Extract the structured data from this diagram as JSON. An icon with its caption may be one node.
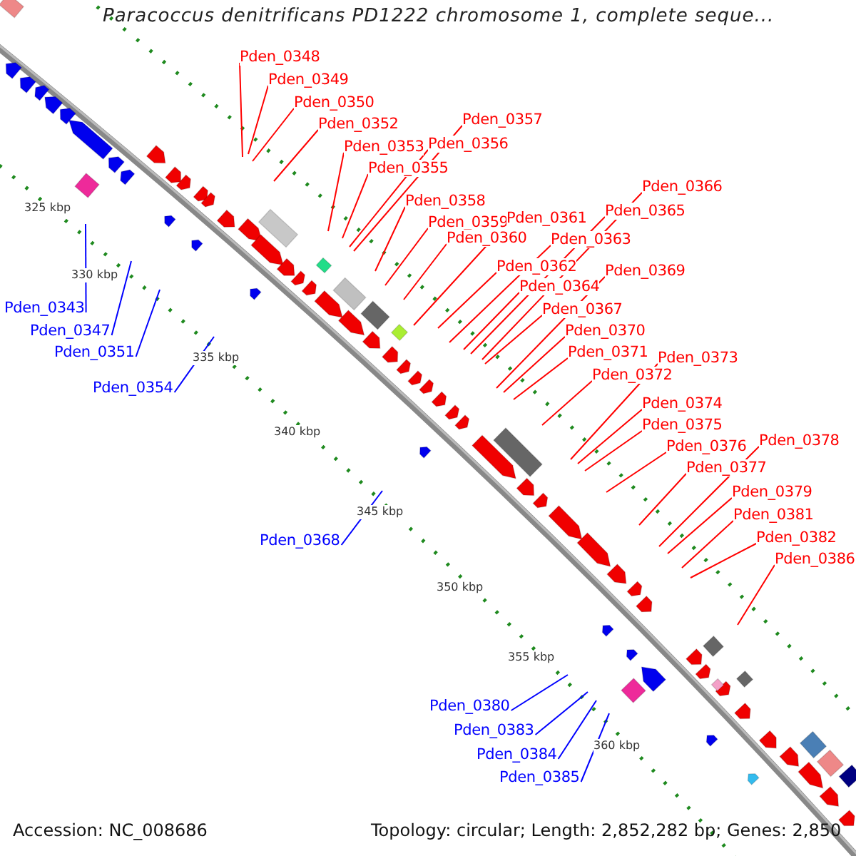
{
  "diagram": {
    "title": "Paracoccus denitrificans PD1222 chromosome 1, complete seque...",
    "nodes": [
      {
        "text": [
          "Pden_0343"
        ]
      },
      {
        "text": [
          "Pden_0347"
        ]
      },
      {
        "text": [
          "Pden_0348"
        ]
      },
      {
        "text": [
          "Pden_0349"
        ]
      },
      {
        "text": [
          "Pden_0350"
        ]
      },
      {
        "text": [
          "Pden_0351"
        ]
      },
      {
        "text": [
          "Pden_0352"
        ]
      },
      {
        "text": [
          "Pden_0353"
        ]
      },
      {
        "text": [
          "Pden_0354"
        ]
      },
      {
        "text": [
          "Pden_0355"
        ]
      },
      {
        "text": [
          "Pden_0356"
        ]
      },
      {
        "text": [
          "Pden_0357"
        ]
      },
      {
        "text": [
          "Pden_0358"
        ]
      },
      {
        "text": [
          "Pden_0359"
        ]
      },
      {
        "text": [
          "Pden_0360"
        ]
      },
      {
        "text": [
          "Pden_0361"
        ]
      },
      {
        "text": [
          "Pden_0362"
        ]
      },
      {
        "text": [
          "Pden_0363"
        ]
      },
      {
        "text": [
          "Pden_0364"
        ]
      },
      {
        "text": [
          "Pden_0365"
        ]
      },
      {
        "text": [
          "Pden_0366"
        ]
      },
      {
        "text": [
          "Pden_0367"
        ]
      },
      {
        "text": [
          "Pden_0368"
        ]
      },
      {
        "text": [
          "Pden_0369"
        ]
      },
      {
        "text": [
          "Pden_0370"
        ]
      },
      {
        "text": [
          "Pden_0371"
        ]
      },
      {
        "text": [
          "Pden_0372"
        ]
      },
      {
        "text": [
          "Pden_0373"
        ]
      },
      {
        "text": [
          "Pden_0374"
        ]
      },
      {
        "text": [
          "Pden_0375"
        ]
      },
      {
        "text": [
          "Pden_0376"
        ]
      },
      {
        "text": [
          "Pden_0377"
        ]
      },
      {
        "text": [
          "Pden_0378"
        ]
      },
      {
        "text": [
          "Pden_0379"
        ]
      },
      {
        "text": [
          "Pden_0380"
        ]
      },
      {
        "text": [
          "Pden_0381"
        ]
      },
      {
        "text": [
          "Pden_0382"
        ]
      },
      {
        "text": [
          "Pden_0383"
        ]
      },
      {
        "text": [
          "Pden_0384"
        ]
      },
      {
        "text": [
          "Pden_0385"
        ]
      },
      {
        "text": [
          "Pden_0386"
        ]
      }
    ],
    "edges": [
      {
        "from": 0,
        "to": null,
        "arrow": "none",
        "color": "#0000ff"
      },
      {
        "from": 1,
        "to": null,
        "arrow": "none",
        "color": "#0000ff"
      },
      {
        "from": 2,
        "to": null,
        "arrow": "none"
      },
      {
        "from": 3,
        "to": null,
        "arrow": "none"
      },
      {
        "from": 4,
        "to": null,
        "arrow": "none"
      },
      {
        "from": 5,
        "to": null,
        "arrow": "none",
        "color": "#0000ff"
      },
      {
        "from": 6,
        "to": null,
        "arrow": "none"
      },
      {
        "from": 7,
        "to": null,
        "arrow": "none"
      },
      {
        "from": 8,
        "to": null,
        "arrow": "none",
        "color": "#0000ff"
      },
      {
        "from": 9,
        "to": null,
        "arrow": "none"
      },
      {
        "from": 10,
        "to": null,
        "arrow": "none"
      },
      {
        "from": 11,
        "to": null,
        "arrow": "none"
      },
      {
        "from": 12,
        "to": null,
        "arrow": "none"
      },
      {
        "from": 13,
        "to": null,
        "arrow": "none"
      },
      {
        "from": 14,
        "to": null,
        "arrow": "none"
      },
      {
        "from": 15,
        "to": null,
        "arrow": "none"
      },
      {
        "from": 16,
        "to": null,
        "arrow": "none"
      },
      {
        "from": 17,
        "to": null,
        "arrow": "none"
      },
      {
        "from": 18,
        "to": null,
        "arrow": "none"
      },
      {
        "from": 19,
        "to": null,
        "arrow": "none"
      },
      {
        "from": 20,
        "to": null,
        "arrow": "none"
      },
      {
        "from": 21,
        "to": null,
        "arrow": "none"
      },
      {
        "from": 22,
        "to": null,
        "arrow": "none",
        "color": "#0000ff"
      },
      {
        "from": 23,
        "to": null,
        "arrow": "none"
      },
      {
        "from": 24,
        "to": null,
        "arrow": "none"
      },
      {
        "from": 25,
        "to": null,
        "arrow": "none"
      },
      {
        "from": 26,
        "to": null,
        "arrow": "none"
      },
      {
        "from": 27,
        "to": null,
        "arrow": "none"
      },
      {
        "from": 28,
        "to": null,
        "arrow": "none"
      },
      {
        "from": 29,
        "to": null,
        "arrow": "none"
      },
      {
        "from": 30,
        "to": null,
        "arrow": "none"
      },
      {
        "from": 31,
        "to": null,
        "arrow": "none"
      },
      {
        "from": 32,
        "to": null,
        "arrow": "none"
      },
      {
        "from": 33,
        "to": null,
        "arrow": "none"
      },
      {
        "from": 34,
        "to": null,
        "arrow": "none",
        "color": "#0000ff"
      },
      {
        "from": 35,
        "to": null,
        "arrow": "none"
      },
      {
        "from": 36,
        "to": null,
        "arrow": "none"
      },
      {
        "from": 37,
        "to": null,
        "arrow": "none",
        "color": "#0000ff"
      },
      {
        "from": 38,
        "to": null,
        "arrow": "none",
        "color": "#0000ff"
      },
      {
        "from": 39,
        "to": null,
        "arrow": "none",
        "color": "#0000ff"
      },
      {
        "from": 40,
        "to": null,
        "arrow": "none"
      }
    ],
    "labels": [
      "325 kbp",
      "330 kbp",
      "335 kbp",
      "340 kbp",
      "345 kbp",
      "350 kbp",
      "355 kbp",
      "360 kbp",
      "Accession: NC_008686",
      "Topology: circular; Length: 2,852,282 bp; Genes: 2,850"
    ]
  }
}
